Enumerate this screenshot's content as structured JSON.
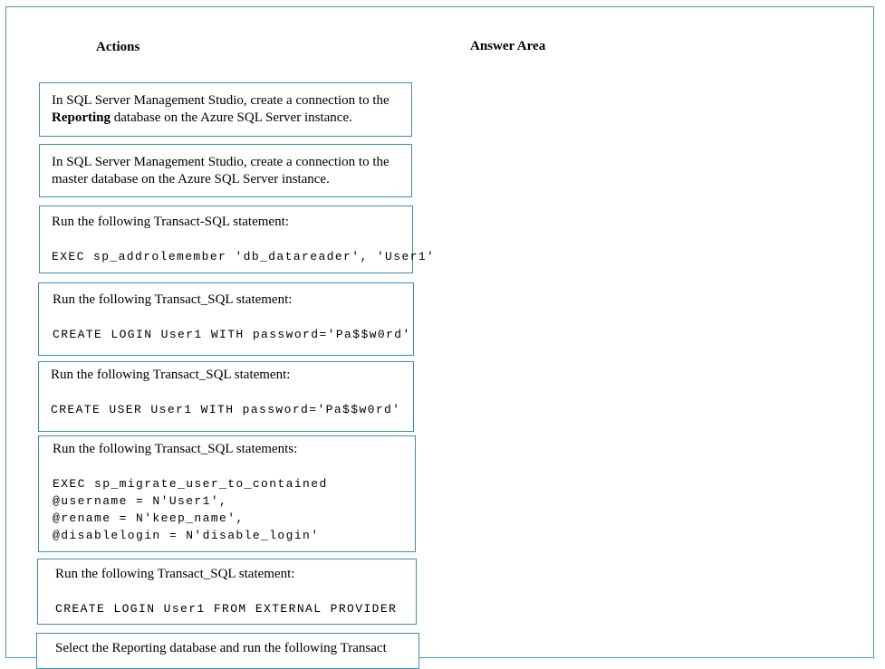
{
  "headings": {
    "actions": "Actions",
    "answer_area": "Answer Area"
  },
  "actions": [
    {
      "pre": "In SQL Server Management Studio, create a connection to the",
      "bold": "Reporting",
      "post": " database on the Azure SQL Server instance."
    },
    {
      "line1": "In SQL Server Management Studio, create a connection to the",
      "line2": "master database on the Azure SQL Server instance."
    },
    {
      "text": "Run the following Transact-SQL statement:",
      "code": "EXEC sp_addrolemember 'db_datareader', 'User1'"
    },
    {
      "text": "Run the following Transact_SQL statement:",
      "code": "CREATE LOGIN User1 WITH password='Pa$$w0rd'"
    },
    {
      "text": "Run the following Transact_SQL statement:",
      "code": "CREATE USER User1 WITH password='Pa$$w0rd'"
    },
    {
      "text": "Run the following Transact_SQL statements:",
      "code_lines": [
        "EXEC sp_migrate_user_to_contained",
        "@username = N'User1',",
        "@rename = N'keep_name',",
        "@disablelogin = N'disable_login'"
      ]
    },
    {
      "text": "Run the following Transact_SQL statement:",
      "code": "CREATE LOGIN User1 FROM EXTERNAL PROVIDER"
    },
    {
      "text": "Select the Reporting database and run the following Transact"
    }
  ]
}
